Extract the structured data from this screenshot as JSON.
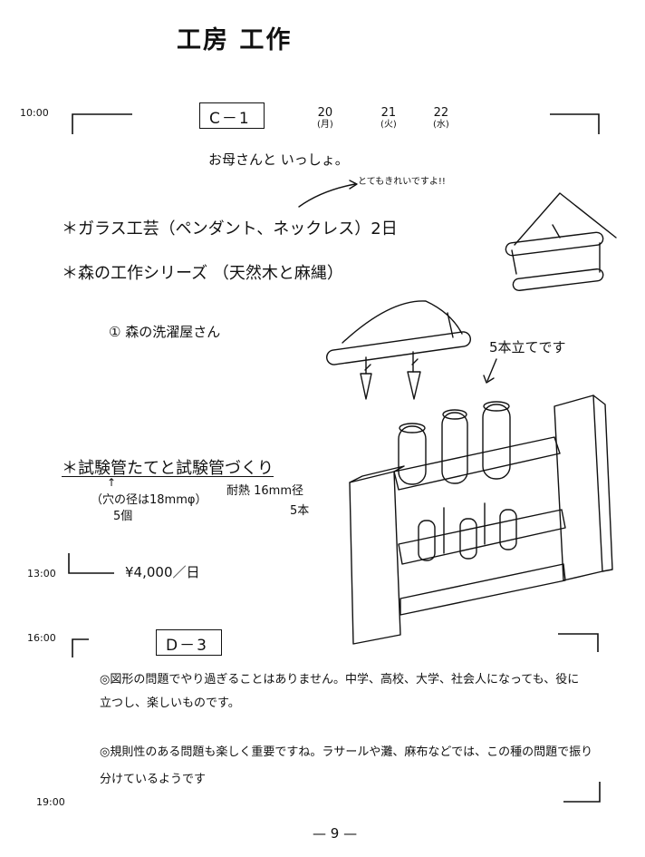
{
  "page_title": "工房 工作",
  "sections": [
    {
      "code": "C－1",
      "start_time": "10:00",
      "end_time": "13:00",
      "dates": [
        {
          "day": "20",
          "weekday": "(月)"
        },
        {
          "day": "21",
          "weekday": "(火)"
        },
        {
          "day": "22",
          "weekday": "(水)"
        }
      ],
      "intro": "お母さんと いっしょ。",
      "comment": "とてもきれいですよ!!",
      "items": [
        "＊ガラス工芸（ペンダント、ネックレス）2日",
        "＊森の工作シリーズ （天然木と麻縄）",
        "① 森の洗濯屋さん",
        "＊試験管たてと試験管づくり"
      ],
      "note_holes": "穴の径は18mmφ",
      "note_holes_count": "5個",
      "note_tubes": "耐熱 16mm径",
      "note_tubes_count": "5本",
      "illustration_label": "5本立てです",
      "price": "¥4,000／日"
    },
    {
      "code": "D－3",
      "start_time": "16:00",
      "end_time": "19:00",
      "paragraphs": [
        "◎図形の問題でやり過ぎることはありません。中学、高校、大学、社会人になっても、役に立つし、楽しいものです。",
        "◎規則性のある問題も楽しく重要ですね。ラサールや灘、麻布などでは、この種の問題で振り分けているようです"
      ]
    }
  ],
  "page_number": "— 9 —"
}
